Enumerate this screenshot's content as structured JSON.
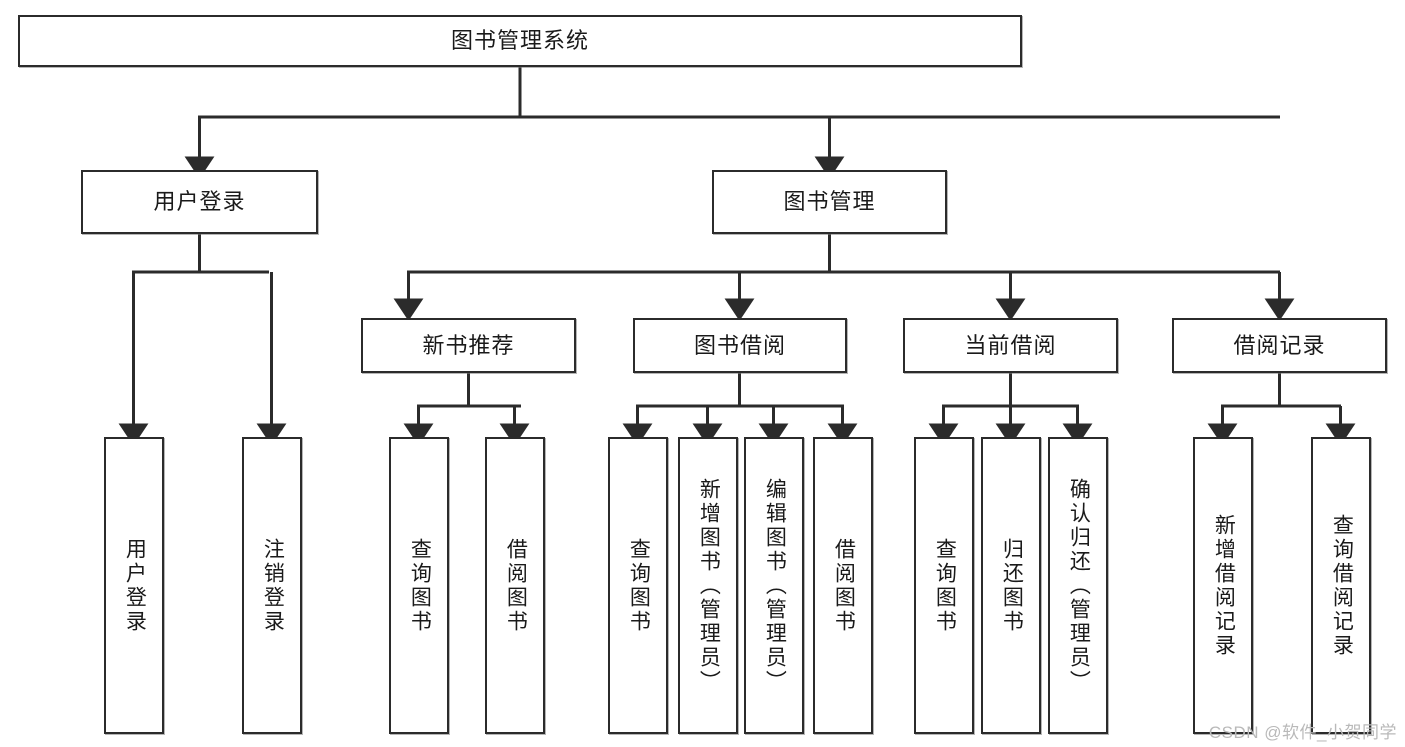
{
  "diagram": {
    "title": "图书管理系统",
    "type": "tree-hierarchy-chart",
    "root": {
      "id": "root",
      "label": "图书管理系统"
    },
    "level1": [
      {
        "id": "user-login",
        "label": "用户登录"
      },
      {
        "id": "book-management",
        "label": "图书管理"
      }
    ],
    "level2": [
      {
        "id": "new-book-recommend",
        "label": "新书推荐",
        "parent": "book-management"
      },
      {
        "id": "book-borrow",
        "label": "图书借阅",
        "parent": "book-management"
      },
      {
        "id": "current-borrow",
        "label": "当前借阅",
        "parent": "book-management"
      },
      {
        "id": "borrow-record",
        "label": "借阅记录",
        "parent": "book-management"
      }
    ],
    "leaves": {
      "user_login": [
        {
          "id": "leaf-user-login",
          "label": "用户登录"
        },
        {
          "id": "leaf-user-logout",
          "label": "注销登录"
        }
      ],
      "new_book_recommend": [
        {
          "id": "leaf-query-book-1",
          "label": "查询图书"
        },
        {
          "id": "leaf-borrow-book-1",
          "label": "借阅图书"
        }
      ],
      "book_borrow": [
        {
          "id": "leaf-query-book-2",
          "label": "查询图书"
        },
        {
          "id": "leaf-add-book",
          "label": "新增图书（管理员）"
        },
        {
          "id": "leaf-edit-book",
          "label": "编辑图书（管理员）"
        },
        {
          "id": "leaf-borrow-book-2",
          "label": "借阅图书"
        }
      ],
      "current_borrow": [
        {
          "id": "leaf-query-book-3",
          "label": "查询图书"
        },
        {
          "id": "leaf-return-book",
          "label": "归还图书"
        },
        {
          "id": "leaf-confirm-return",
          "label": "确认归还（管理员）"
        }
      ],
      "borrow_record": [
        {
          "id": "leaf-add-record",
          "label": "新增借阅记录"
        },
        {
          "id": "leaf-query-record",
          "label": "查询借阅记录"
        }
      ]
    }
  },
  "watermark": {
    "text": "CSDN @软件_小贺同学"
  },
  "colors": {
    "border": "#2b2b2b",
    "background": "#ffffff",
    "text": "#1a1a1a",
    "watermark": "#b9b9b9"
  }
}
